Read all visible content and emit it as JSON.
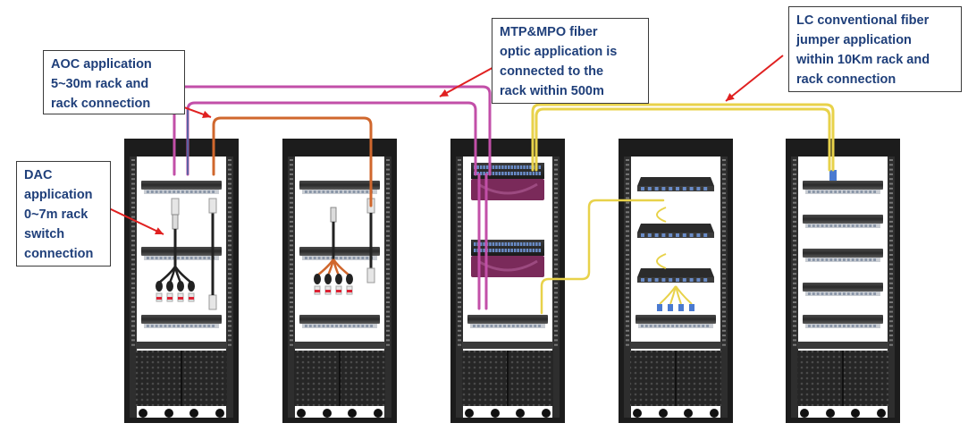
{
  "callouts": {
    "aoc": {
      "lines": [
        "AOC application",
        "5~30m rack and",
        "rack connection"
      ]
    },
    "dac": {
      "lines": [
        "DAC",
        "application",
        "0~7m rack",
        "switch",
        "connection"
      ]
    },
    "mtp": {
      "lines": [
        "MTP&MPO fiber",
        "optic application is",
        "connected to the",
        "rack within 500m"
      ]
    },
    "lc": {
      "lines": [
        "LC conventional fiber",
        "jumper application",
        "within 10Km rack and",
        "rack connection"
      ]
    }
  },
  "colors": {
    "label_text": "#1f3f7a",
    "arrow": "#e02020",
    "aoc_cable": "#c24fa8",
    "dac_cable": "#d0672d",
    "mpo_cable": "#c24fa8",
    "lc_cable": "#e8d24a",
    "rack_frame": "#1c1c1c",
    "equipment": "#2a2a2a",
    "port_strip": "#6a8cc8",
    "mpo_trunk": "#7a2a5a"
  },
  "icons": [
    "server-rack",
    "network-switch",
    "fiber-patch-panel",
    "cable-breakout"
  ]
}
